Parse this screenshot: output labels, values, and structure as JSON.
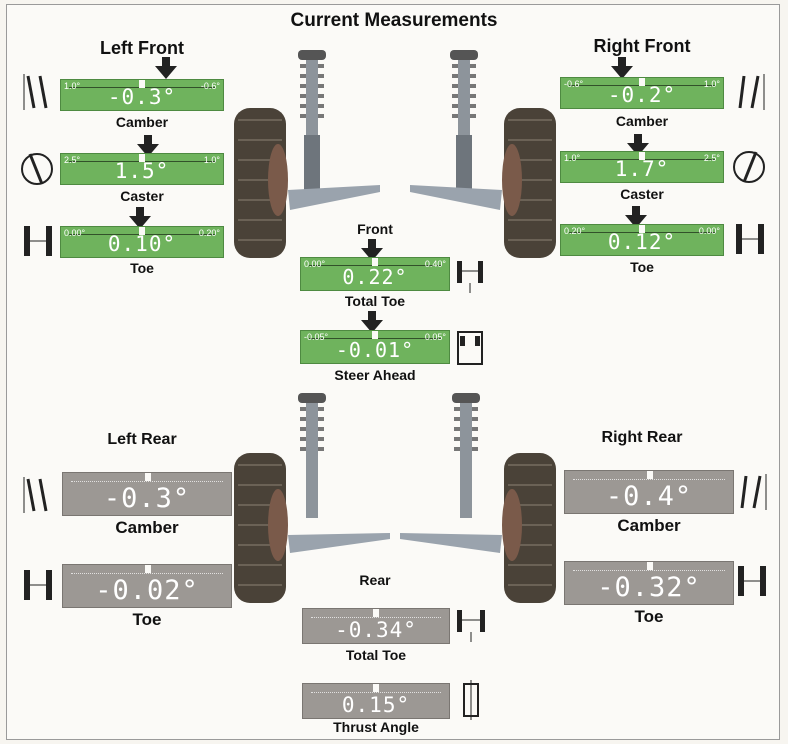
{
  "title": "Current Measurements",
  "left_front": {
    "heading": "Left Front",
    "camber": {
      "label": "Camber",
      "value": "-0.3°",
      "min": "1.0°",
      "max": "-0.6°"
    },
    "caster": {
      "label": "Caster",
      "value": "1.5°",
      "min": "2.5°",
      "max": "1.0°"
    },
    "toe": {
      "label": "Toe",
      "value": "0.10°",
      "min": "0.00°",
      "max": "0.20°"
    }
  },
  "right_front": {
    "heading": "Right Front",
    "camber": {
      "label": "Camber",
      "value": "-0.2°",
      "min": "-0.6°",
      "max": "1.0°"
    },
    "caster": {
      "label": "Caster",
      "value": "1.7°",
      "min": "1.0°",
      "max": "2.5°"
    },
    "toe": {
      "label": "Toe",
      "value": "0.12°",
      "min": "0.20°",
      "max": "0.00°"
    }
  },
  "front": {
    "heading": "Front",
    "total_toe": {
      "label": "Total Toe",
      "value": "0.22°",
      "min": "0.00°",
      "max": "0.40°"
    },
    "steer_ahead": {
      "label": "Steer Ahead",
      "value": "-0.01°",
      "min": "-0.05°",
      "max": "0.05°"
    }
  },
  "left_rear": {
    "heading": "Left Rear",
    "camber": {
      "label": "Camber",
      "value": "-0.3°"
    },
    "toe": {
      "label": "Toe",
      "value": "-0.02°"
    }
  },
  "right_rear": {
    "heading": "Right Rear",
    "camber": {
      "label": "Camber",
      "value": "-0.4°"
    },
    "toe": {
      "label": "Toe",
      "value": "-0.32°"
    }
  },
  "rear": {
    "heading": "Rear",
    "total_toe": {
      "label": "Total Toe",
      "value": "-0.34°"
    },
    "thrust_angle": {
      "label": "Thrust Angle",
      "value": "0.15°"
    }
  },
  "colors": {
    "in_spec": "#6fb35d",
    "no_spec": "#9c9894",
    "pointer": "#222222"
  },
  "icons": [
    "camber-icon",
    "caster-icon",
    "toe-icon",
    "total-toe-icon",
    "steer-ahead-icon",
    "thrust-angle-icon",
    "suspension-illustration"
  ]
}
